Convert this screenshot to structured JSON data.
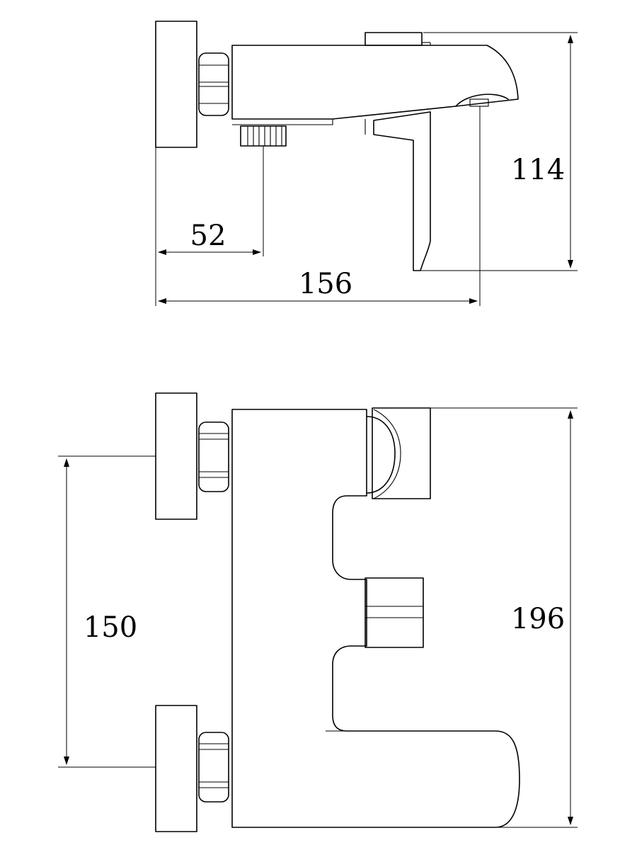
{
  "dimensions": {
    "side_height": "114",
    "outlet_offset": "52",
    "side_depth": "156",
    "inlet_spacing": "150",
    "front_height": "196"
  }
}
